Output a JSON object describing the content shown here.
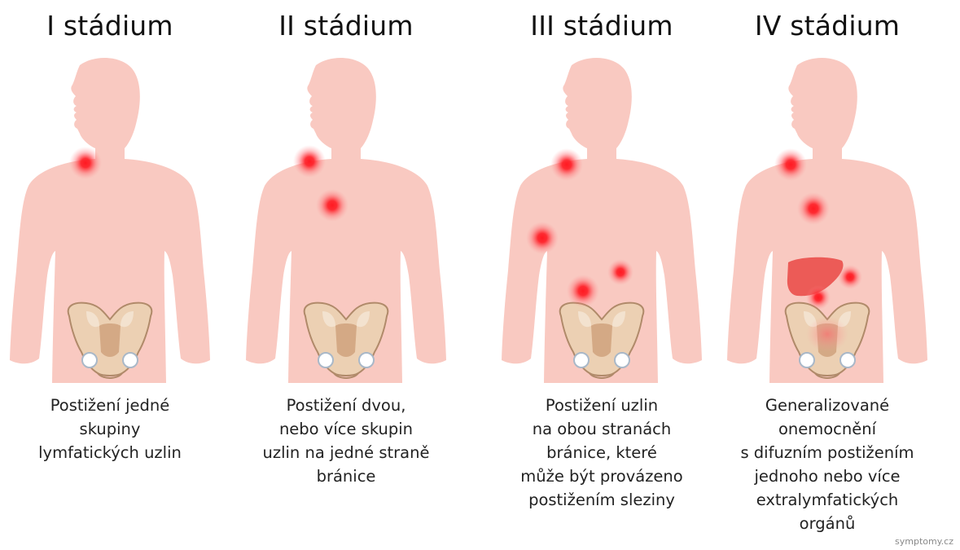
{
  "colors": {
    "skin": "#f9c9c1",
    "node": "#f2141f",
    "liver": "#ec5b57",
    "bone": "#eed3b7"
  },
  "stages": [
    {
      "title": "I stádium",
      "description": [
        "Postižení jedné",
        "skupiny",
        "lymfatických uzlin"
      ]
    },
    {
      "title": "II stádium",
      "description": [
        "Postižení dvou,",
        "nebo více skupin",
        "uzlin na jedné straně",
        "bránice"
      ]
    },
    {
      "title": "III stádium",
      "description": [
        "Postižení uzlin",
        "na obou stranách",
        "bránice, které",
        "může být provázeno",
        "postižením sleziny"
      ]
    },
    {
      "title": "IV stádium",
      "description": [
        "Generalizované",
        "onemocnění",
        "s difuzním postižením",
        "jednoho nebo více",
        "extralymfatických",
        "orgánů"
      ]
    }
  ],
  "watermark": "symptomy.cz"
}
